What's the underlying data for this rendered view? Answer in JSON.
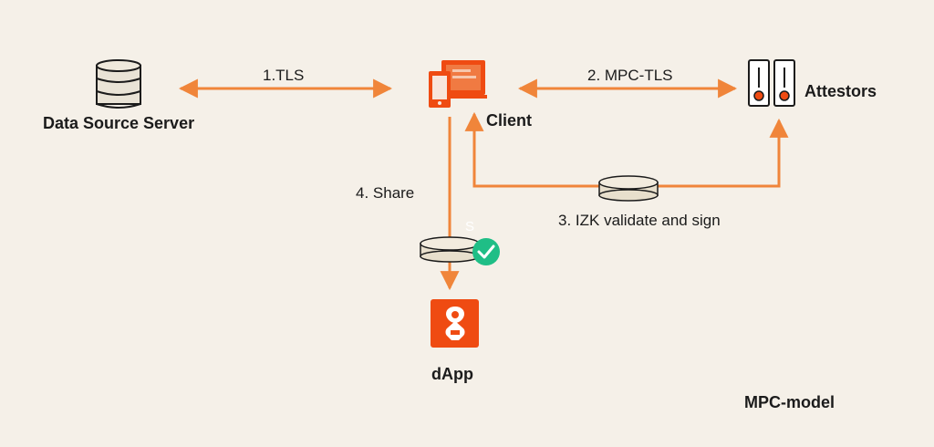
{
  "nodes": {
    "data_source": "Data Source Server",
    "client": "Client",
    "attestors": "Attestors",
    "dapp": "dApp"
  },
  "edges": {
    "tls": "1.TLS",
    "mpc_tls": "2. MPC-TLS",
    "izk": "3. IZK validate and sign",
    "share": "4. Share"
  },
  "share_token": "S",
  "model_label": "MPC-model",
  "colors": {
    "background": "#f5f0e8",
    "accent": "#f0853a",
    "brand": "#ef4b12",
    "check": "#1fbe86",
    "token": "#ece3d3"
  },
  "icons": {
    "data_source": "database-icon",
    "client": "devices-icon",
    "attestors": "server-rack-icon",
    "dapp": "dapp-logo-icon",
    "token": "token-disc-icon",
    "verified": "check-circle-icon"
  }
}
